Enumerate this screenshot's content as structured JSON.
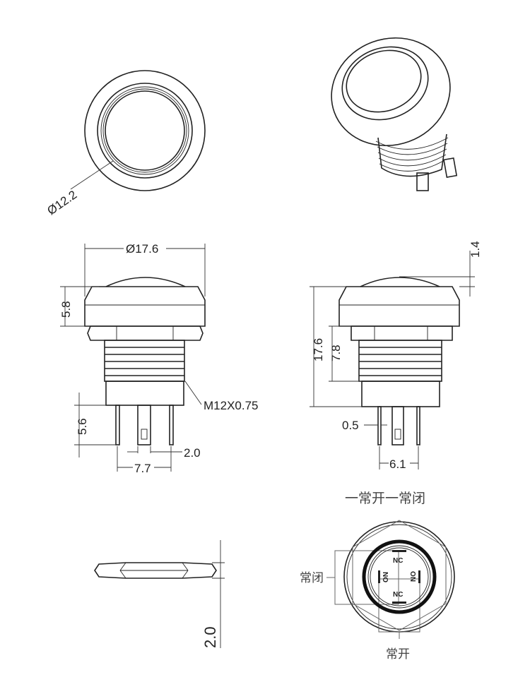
{
  "top_view": {
    "diameter_label": "Ø12.2"
  },
  "front_view": {
    "width_label": "Ø17.6",
    "cap_height_label": "5.8",
    "thread_label": "M12X0.75",
    "pin_length_label": "5.6",
    "pin_gap_label": "2.0",
    "pin_span_label": "7.7"
  },
  "side_view": {
    "dome_label": "1.4",
    "total_height_label": "17.6",
    "body_height_label": "7.8",
    "pin_width_label": "0.5",
    "pin_span_label": "6.1"
  },
  "nut_view": {
    "thickness_label": "2.0"
  },
  "wiring_view": {
    "title": "一常开一常闭",
    "nc_label": "常闭",
    "no_label": "常开",
    "pin_top": "NC",
    "pin_bottom": "NC",
    "pin_left": "NO",
    "pin_right": "NO"
  }
}
